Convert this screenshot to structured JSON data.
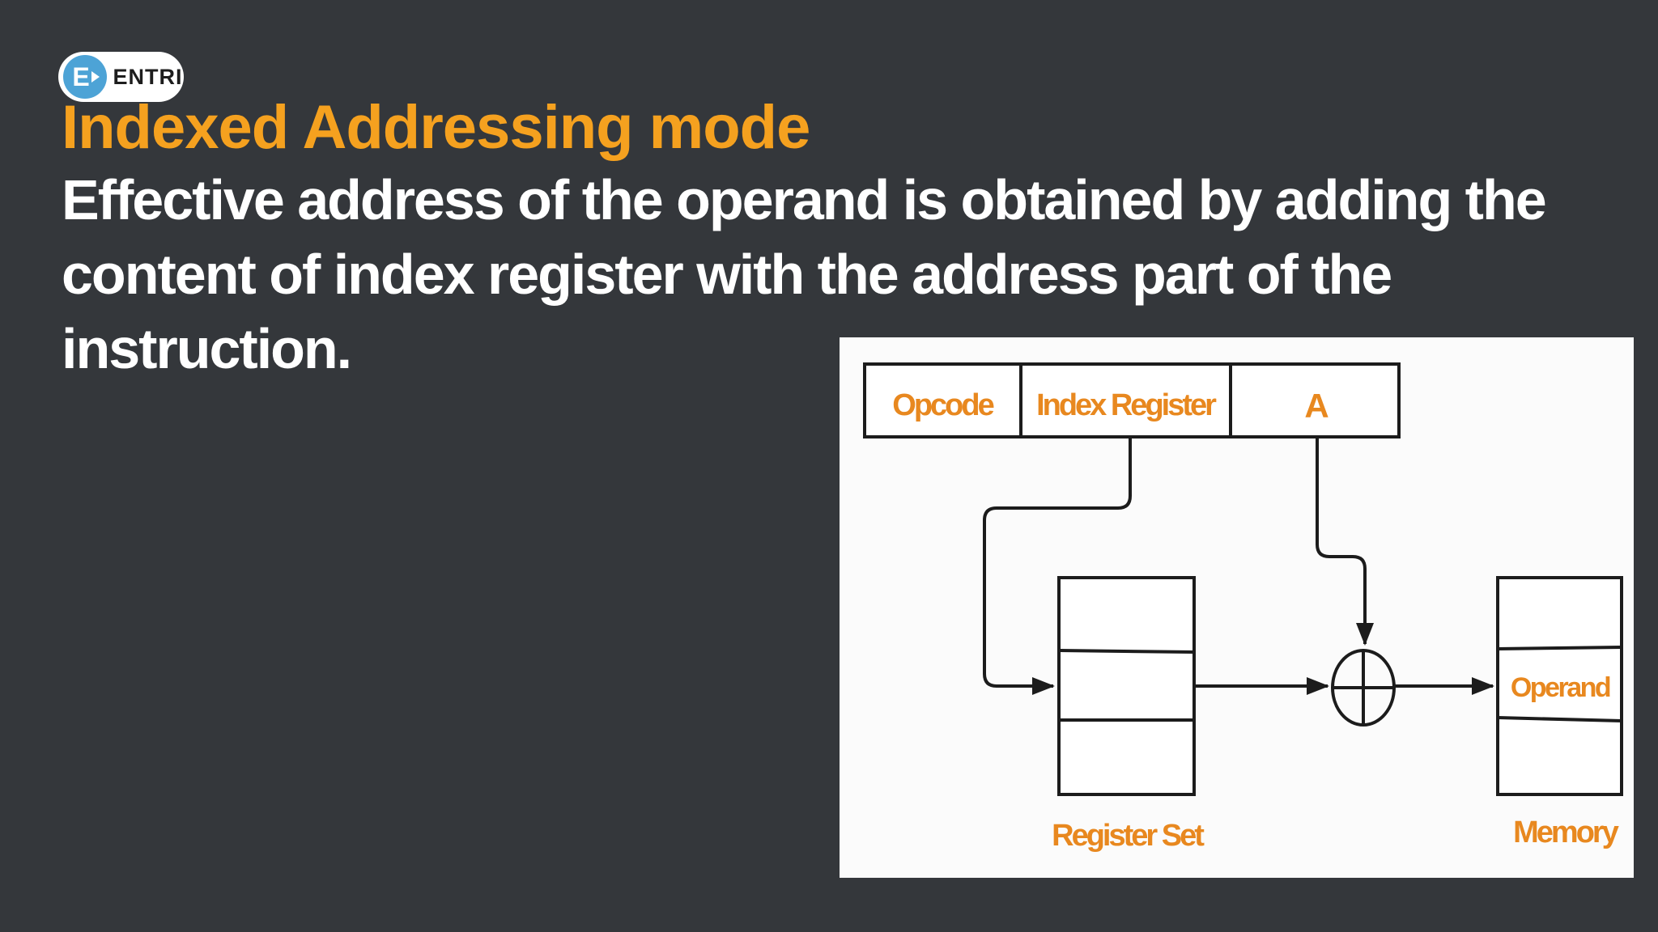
{
  "colors": {
    "background": "#34373b",
    "accent": "#f5a11f",
    "diagram_label": "#e8881f",
    "logo_blue": "#4da3d6",
    "panel": "#fbfbfb",
    "stroke": "#1c1c1c",
    "body_text": "#ffffff",
    "logo_text": "#1d1d1d"
  },
  "slide": {
    "logo": {
      "brand": "ENTRI",
      "monogram": "E"
    },
    "title": "Indexed Addressing mode",
    "body_lines": [
      "Effective address of the operand is obtained by adding the",
      "content of index register with the address part of the",
      "instruction."
    ]
  },
  "diagram": {
    "instruction_fields": [
      {
        "label": "Opcode"
      },
      {
        "label": "Index Register"
      },
      {
        "label": "A"
      }
    ],
    "register_set": {
      "label": "Register Set",
      "rows": 3
    },
    "memory": {
      "label": "Memory",
      "rows": 3,
      "operand_row_label": "Operand"
    },
    "adder": {
      "symbol": "circled-plus"
    }
  }
}
